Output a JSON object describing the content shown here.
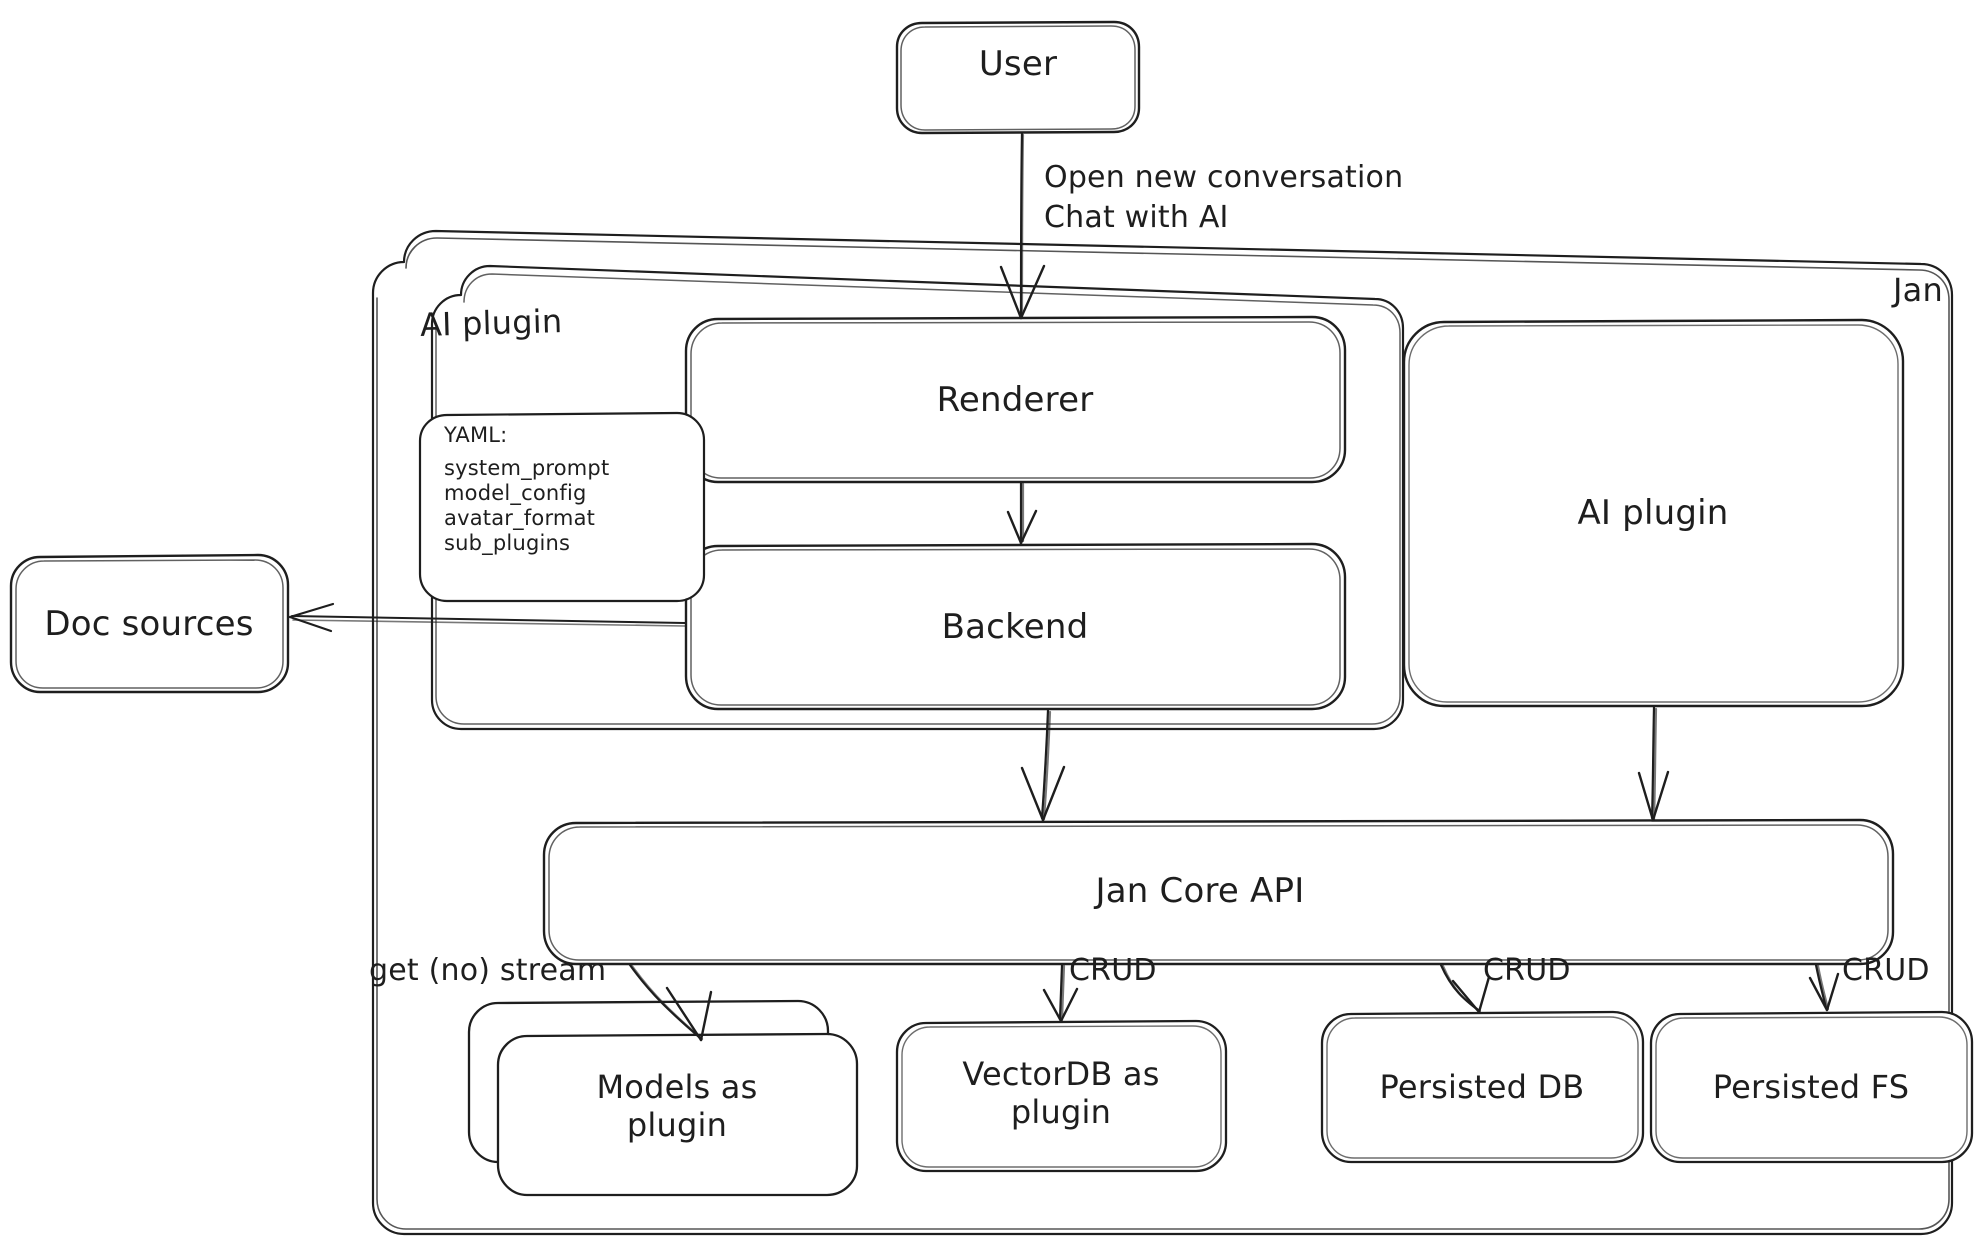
{
  "diagram": {
    "title": "Jan architecture diagram",
    "style": "hand-drawn",
    "stroke_color": "#1e1e1e",
    "background_color": "#ffffff"
  },
  "nodes": {
    "user": {
      "label": "User"
    },
    "jan_container": {
      "label": "Jan"
    },
    "ai_plugin_container": {
      "label": "AI plugin"
    },
    "renderer": {
      "label": "Renderer"
    },
    "backend": {
      "label": "Backend"
    },
    "ai_plugin_box": {
      "label": "AI plugin"
    },
    "doc_sources": {
      "label": "Doc sources"
    },
    "jan_core_api": {
      "label": "Jan Core API"
    },
    "models_as_plugin": {
      "label": "Models as\nplugin"
    },
    "vectordb_as_plugin": {
      "label": "VectorDB as\nplugin"
    },
    "persisted_db": {
      "label": "Persisted DB"
    },
    "persisted_fs": {
      "label": "Persisted FS"
    }
  },
  "yaml_card": {
    "heading": "YAML:",
    "items": [
      "system_prompt",
      "model_config",
      "avatar_format",
      "sub_plugins"
    ]
  },
  "edges": {
    "user_to_renderer": {
      "label": "Open new conversation\nChat with AI"
    },
    "renderer_to_backend": {
      "label": ""
    },
    "backend_to_doc_sources": {
      "label": ""
    },
    "backend_to_core": {
      "label": ""
    },
    "ai_plugin_to_core": {
      "label": ""
    },
    "core_to_models": {
      "label": "get (no) stream"
    },
    "core_to_vectordb": {
      "label": "CRUD"
    },
    "core_to_persisted_db": {
      "label": "CRUD"
    },
    "core_to_persisted_fs": {
      "label": "CRUD"
    }
  }
}
